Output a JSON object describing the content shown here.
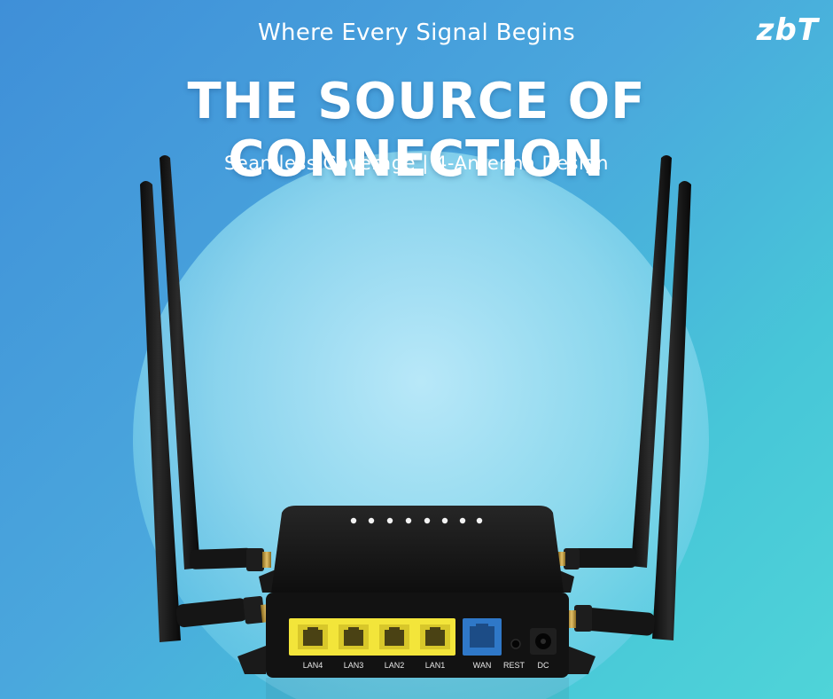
{
  "banner": {
    "tagline": "Where Every Signal Begins",
    "headline": "THE SOURCE OF CONNECTION",
    "subline": "Seamless Coverage | 4-Antenna Design",
    "logo_text": "zbT"
  },
  "router": {
    "port_labels": [
      "LAN4",
      "LAN3",
      "LAN2",
      "LAN1",
      "WAN",
      "REST",
      "DC"
    ],
    "lan_port_color": "#f3e53a",
    "wan_port_color": "#2f78c8",
    "body_color": "#141414",
    "antenna_count": 4
  },
  "colors": {
    "background_start": "#3f8fd8",
    "background_end": "#4fd4d8",
    "text": "#ffffff"
  }
}
